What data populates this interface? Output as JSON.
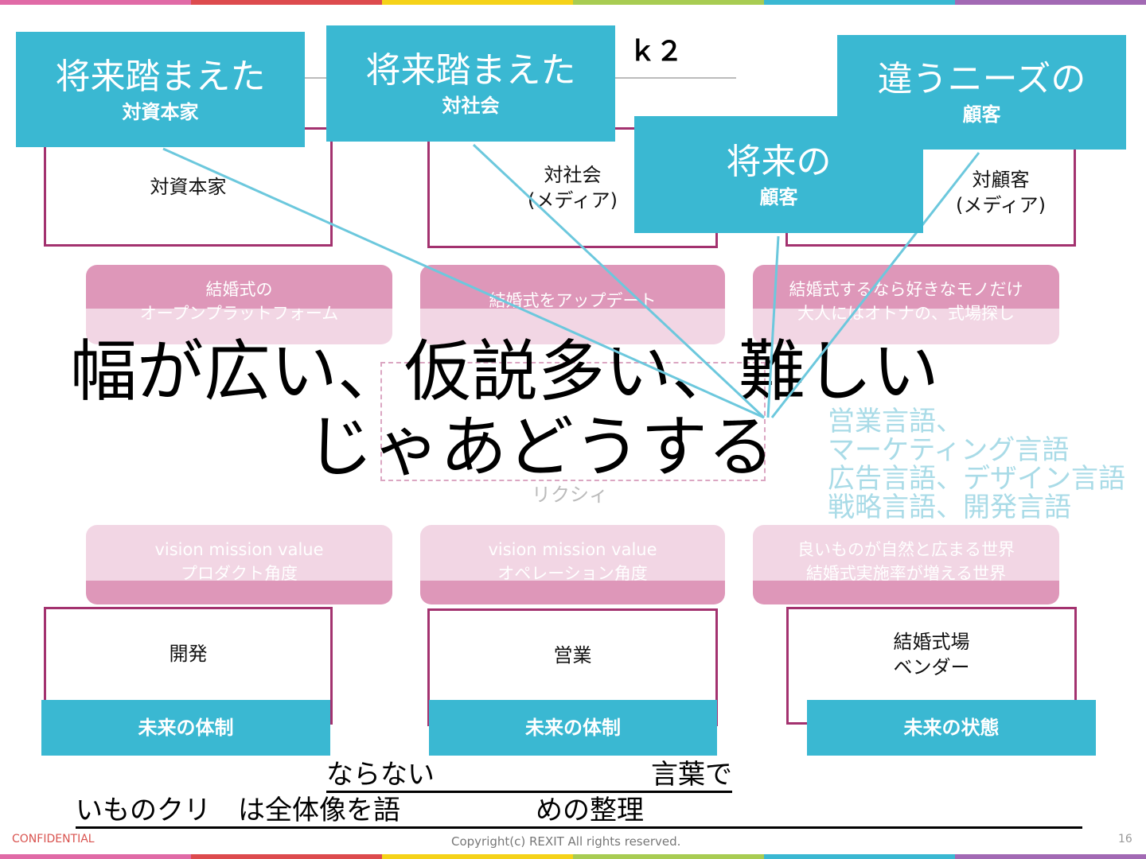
{
  "colors": {
    "accent": "#3ab8d2",
    "border": "#a3326f",
    "pink_dark": "#de97b9",
    "pink_light": "#f2d6e4"
  },
  "title_fragment": "ｋ２",
  "stakeholders_top": [
    "対資本家",
    "対社会\n(メディア)",
    "対顧客\n(メディア)"
  ],
  "concepts": [
    "結婚式の\nオープンプラットフォーム",
    "結婚式をアップデート",
    "結婚式するなら好きなモノだけ\n大人にはオトナの、式場探し"
  ],
  "center_label": "リクシィ",
  "languages": [
    "営業言語、",
    "マーケティング言語",
    "広告言語、デザイン言語",
    "戦略言語、開発言語"
  ],
  "headline": [
    "幅が広い、仮説多い、難しい",
    "じゃあどうする"
  ],
  "values": [
    "vision mission value\nプロダクト角度",
    "vision mission value\nオペレーション角度",
    "良いものが自然と広まる世界\n結婚式実施率が増える世界"
  ],
  "stakeholders_bottom": [
    "開発",
    "営業",
    "結婚式場\nベンダー"
  ],
  "bottom_text": [
    "ならない　　　　　　　　言葉で",
    "いものクリ　は全体像を語　　　　　めの整理"
  ],
  "callouts": [
    {
      "big": "将来踏まえた",
      "sub": "対資本家"
    },
    {
      "big": "将来踏まえた",
      "sub": "対社会"
    },
    {
      "big": "違うニーズの",
      "sub": "顧客"
    },
    {
      "big": "将来の",
      "sub": "顧客"
    },
    {
      "sub": "未来の体制"
    },
    {
      "sub": "未来の体制"
    },
    {
      "sub": "未来の状態"
    }
  ],
  "footer": {
    "confidential": "CONFIDENTIAL",
    "copyright": "Copyright(c) REXIT All rights reserved.",
    "page": "16"
  }
}
